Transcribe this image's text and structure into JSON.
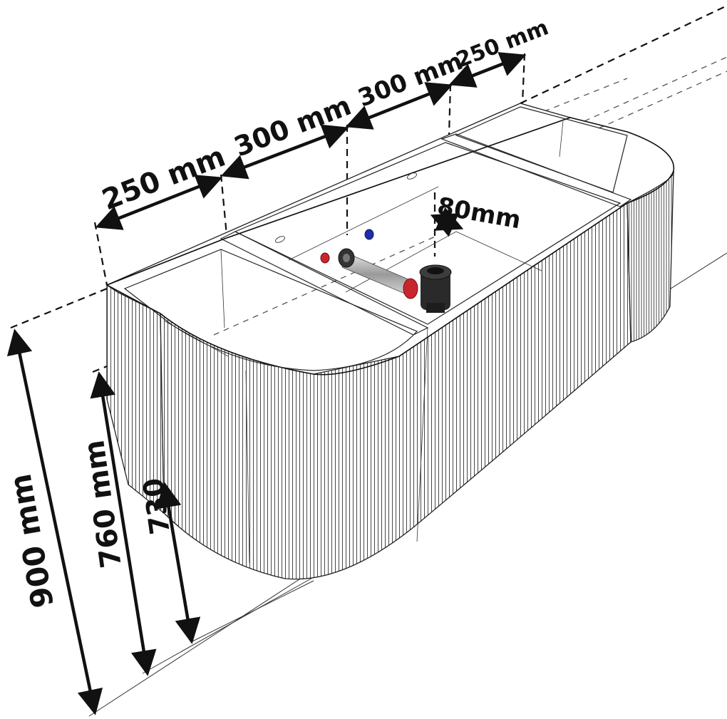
{
  "labels": {
    "width_1": "250 mm",
    "width_2": "300 mm",
    "width_3": "300 mm",
    "width_4": "250 mm",
    "depth_offset": "80mm",
    "height_1": "900 mm",
    "height_2": "760 mm",
    "height_3": "730"
  },
  "colors": {
    "line": "#111111",
    "hot_valve": "#c8262d",
    "cold_valve": "#1f2fa8",
    "drain": "#2a2a2a",
    "background": "#ffffff"
  },
  "icons": {
    "valve_hot": "red-valve-icon",
    "valve_cold": "blue-valve-icon",
    "drain": "siphon-drain-icon"
  }
}
